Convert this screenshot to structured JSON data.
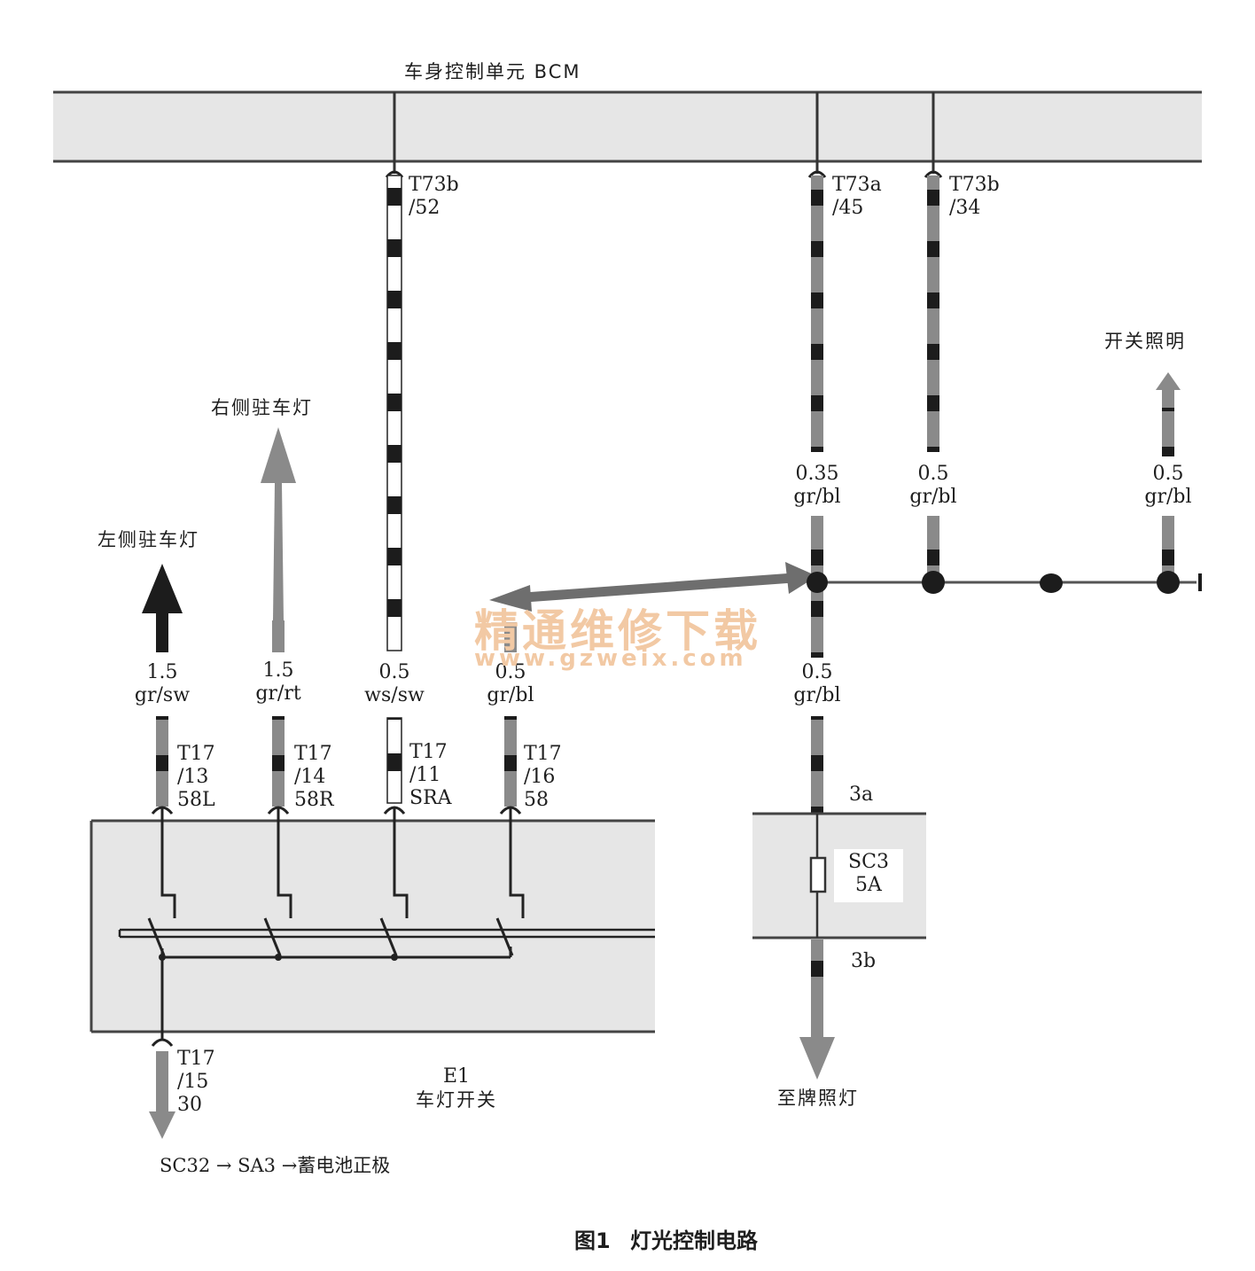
{
  "bcm": {
    "title": "车身控制单元 BCM"
  },
  "connectors": {
    "t73b_52": {
      "name": "T73b",
      "pin": "/52"
    },
    "t73a_45": {
      "name": "T73a",
      "pin": "/45"
    },
    "t73b_34": {
      "name": "T73b",
      "pin": "/34"
    },
    "t17_13": {
      "name": "T17",
      "pin": "/13",
      "sig": "58L"
    },
    "t17_14": {
      "name": "T17",
      "pin": "/14",
      "sig": "58R"
    },
    "t17_11": {
      "name": "T17",
      "pin": "/11",
      "sig": "SRA"
    },
    "t17_16": {
      "name": "T17",
      "pin": "/16",
      "sig": "58"
    },
    "t17_15": {
      "name": "T17",
      "pin": "/15",
      "sig": "30"
    }
  },
  "wires": {
    "w_left": {
      "size": "1.5",
      "color": "gr/sw"
    },
    "w_right": {
      "size": "1.5",
      "color": "gr/rt"
    },
    "w_sra": {
      "size": "0.5",
      "color": "ws/sw"
    },
    "w_58": {
      "size": "0.5",
      "color": "gr/bl"
    },
    "w_a45": {
      "size": "0.35",
      "color": "gr/bl"
    },
    "w_b34": {
      "size": "0.5",
      "color": "gr/bl"
    },
    "w_illum": {
      "size": "0.5",
      "color": "gr/bl"
    },
    "w_fuse": {
      "size": "0.5",
      "color": "gr/bl"
    }
  },
  "labels": {
    "right_parking": "右侧驻车灯",
    "left_parking": "左侧驻车灯",
    "switch_illumination": "开关照明",
    "license_lamp": "至牌照灯",
    "supply": "SC32 → SA3 →蓄电池正极"
  },
  "switch": {
    "id": "E1",
    "name": "车灯开关"
  },
  "fuse": {
    "top": "3a",
    "bottom": "3b",
    "id": "SC3",
    "rating": "5A"
  },
  "watermark": {
    "line1": "精通维修下载",
    "line2": "www.gzweix.com"
  },
  "caption": {
    "prefix": "图1",
    "title": "灯光控制电路"
  },
  "colors": {
    "wire_gray": "#8a8a8a",
    "wire_dark": "#1c1c1c",
    "panel": "#e8e8e8",
    "watermark": "#f2c9a4"
  }
}
